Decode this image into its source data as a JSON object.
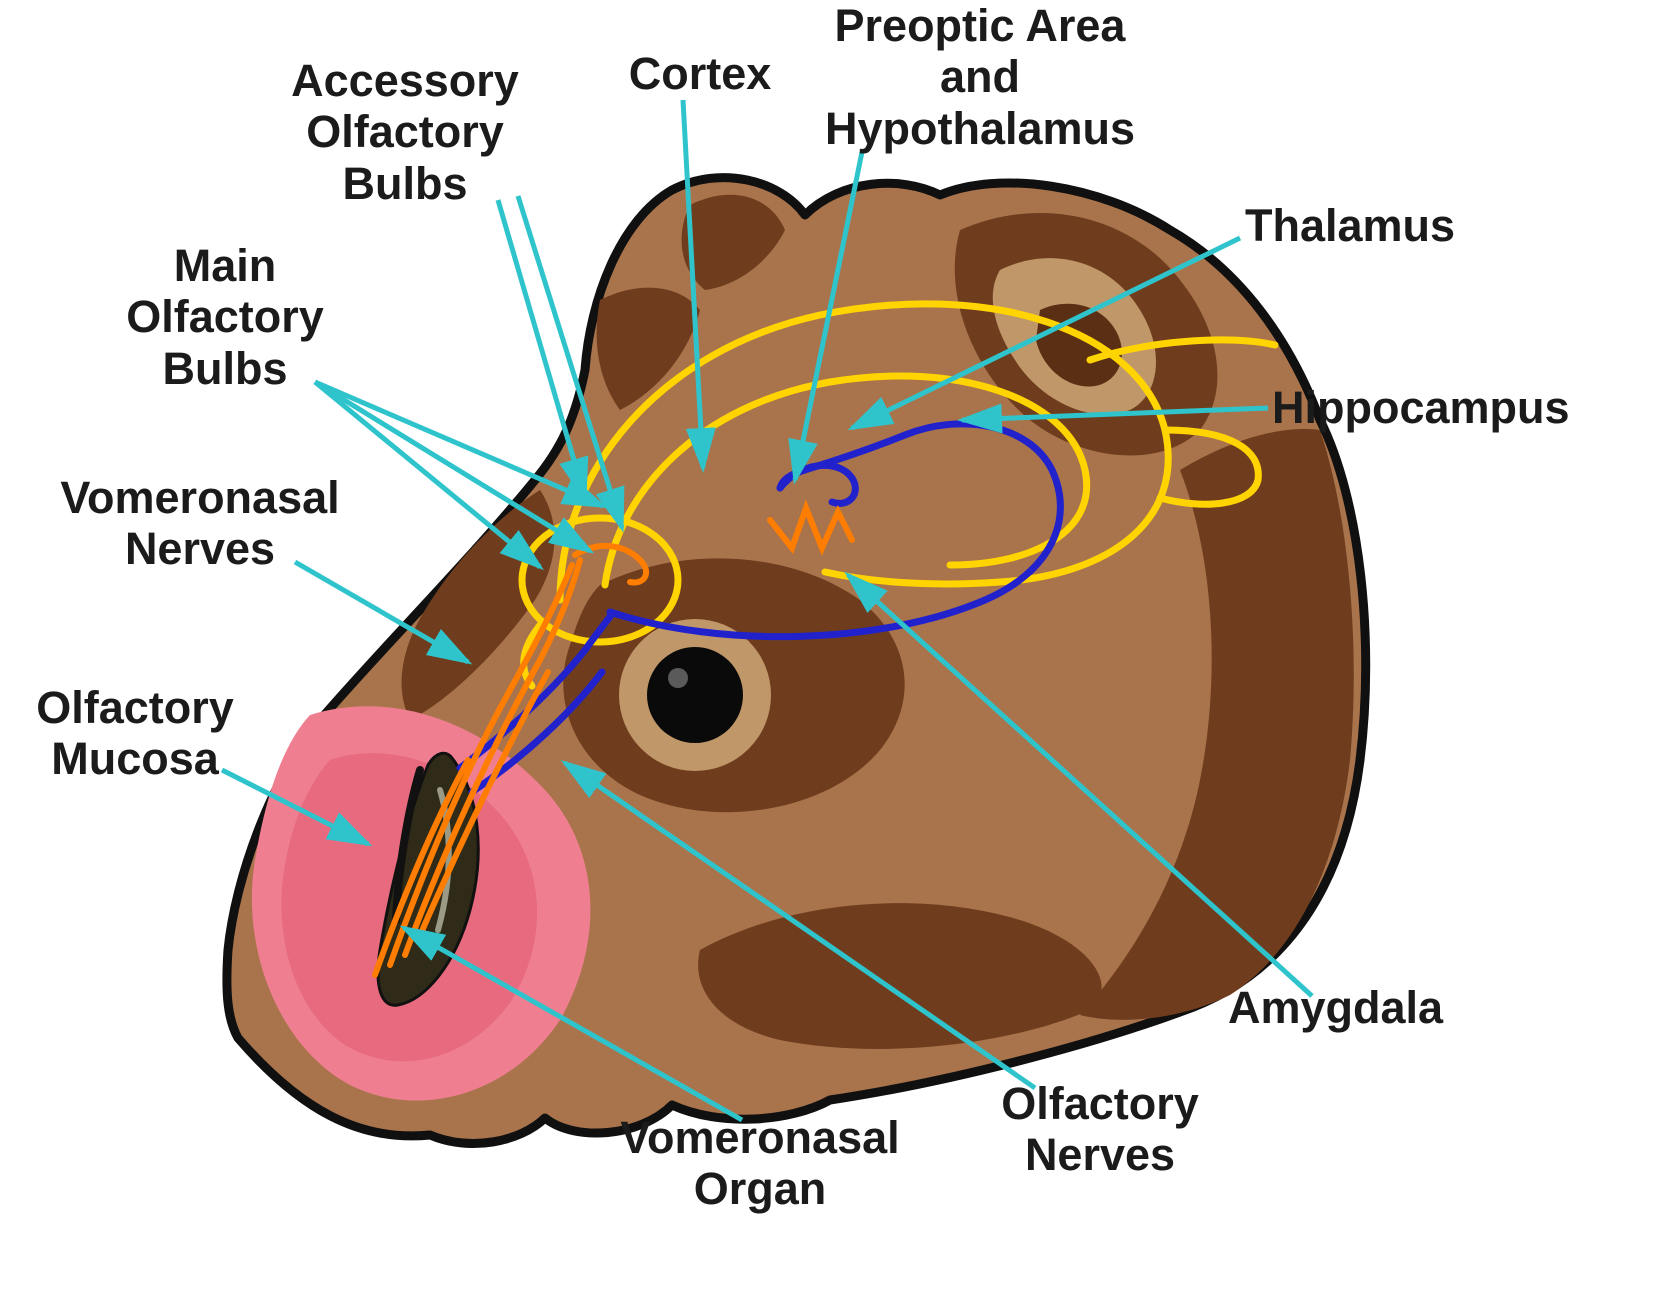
{
  "labels": {
    "accessory_olfactory_bulbs": "Accessory\nOlfactory\nBulbs",
    "cortex": "Cortex",
    "preoptic_hypothalamus": "Preoptic Area\nand\nHypothalamus",
    "thalamus": "Thalamus",
    "hippocampus": "Hippocampus",
    "main_olfactory_bulbs": "Main\nOlfactory\nBulbs",
    "vomeronasal_nerves": "Vomeronasal\nNerves",
    "olfactory_mucosa": "Olfactory\nMucosa",
    "vomeronasal_organ": "Vomeronasal\nOrgan",
    "olfactory_nerves": "Olfactory\nNerves",
    "amygdala": "Amygdala"
  },
  "colors": {
    "callout_arrow": "#2fc4cc",
    "head_main": "#a9744c",
    "head_dark_patch": "#6f3d1e",
    "head_light_patch": "#c09768",
    "outline": "#101010",
    "mucosa_pink": "#ef7f90",
    "mucosa_pink_dark": "#e4637a",
    "vomeronasal_organ_dark": "#2f2b18",
    "pathway_yellow": "#ffd400",
    "pathway_blue": "#2222cc",
    "pathway_orange": "#ff7d00",
    "label_text": "#1b1b1b"
  }
}
